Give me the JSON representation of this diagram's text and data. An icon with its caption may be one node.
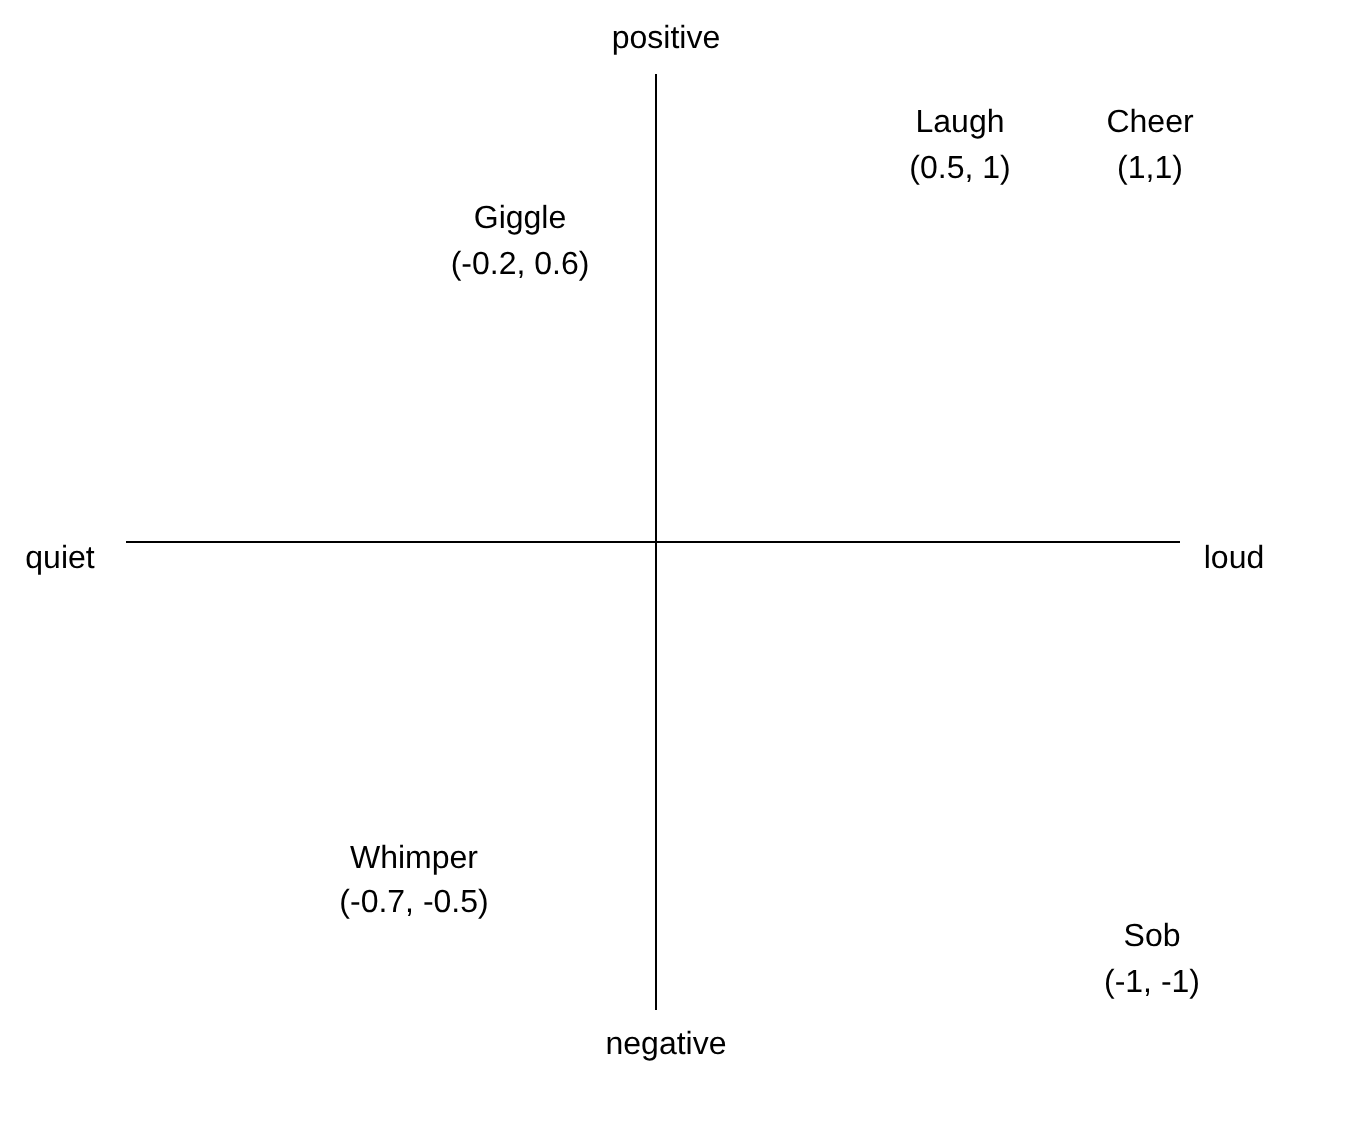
{
  "diagram": {
    "labels": [
      "positive",
      "Laugh",
      "Cheer",
      "(0.5, 1)",
      "(1,1)",
      "Giggle",
      "(-0.2, 0.6)",
      "quiet",
      "loud",
      "Whimper",
      "(-0.7, -0.5)",
      "Sob",
      "(-1, -1)",
      "negative"
    ]
  }
}
